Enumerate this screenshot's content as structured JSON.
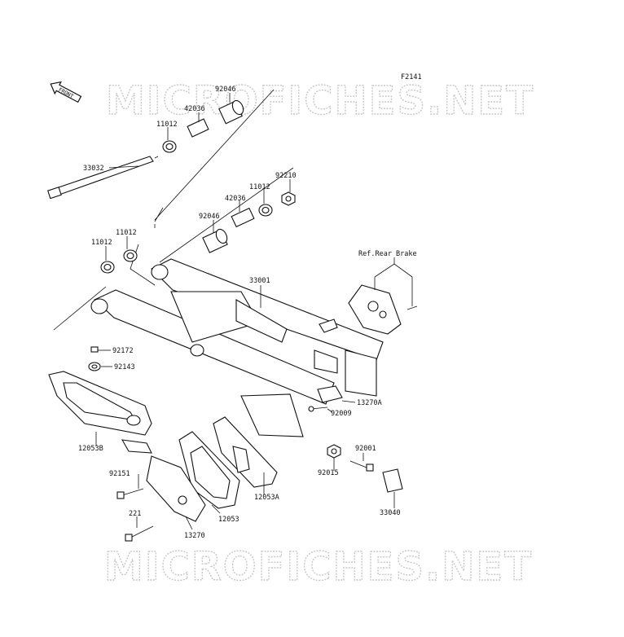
{
  "figure_code": "F2141",
  "watermark": "MICROFICHES.NET",
  "front_badge": "FRONT",
  "callouts": [
    {
      "id": "92046-top",
      "text": "92046"
    },
    {
      "id": "42036-top",
      "text": "42036"
    },
    {
      "id": "11012-top",
      "text": "11012"
    },
    {
      "id": "33032",
      "text": "33032"
    },
    {
      "id": "92210",
      "text": "92210"
    },
    {
      "id": "11012-mid",
      "text": "11012"
    },
    {
      "id": "42036-mid",
      "text": "42036"
    },
    {
      "id": "92046-mid",
      "text": "92046"
    },
    {
      "id": "11012-left-a",
      "text": "11012"
    },
    {
      "id": "11012-left-b",
      "text": "11012"
    },
    {
      "id": "33001",
      "text": "33001"
    },
    {
      "id": "ref-rear-brake",
      "text": "Ref.Rear Brake"
    },
    {
      "id": "92172",
      "text": "92172"
    },
    {
      "id": "92143",
      "text": "92143"
    },
    {
      "id": "13270A",
      "text": "13270A"
    },
    {
      "id": "92009",
      "text": "92009"
    },
    {
      "id": "12053B",
      "text": "12053B"
    },
    {
      "id": "92001",
      "text": "92001"
    },
    {
      "id": "92015",
      "text": "92015"
    },
    {
      "id": "92151",
      "text": "92151"
    },
    {
      "id": "12053A",
      "text": "12053A"
    },
    {
      "id": "33040",
      "text": "33040"
    },
    {
      "id": "221",
      "text": "221"
    },
    {
      "id": "12053",
      "text": "12053"
    },
    {
      "id": "13270",
      "text": "13270"
    }
  ]
}
